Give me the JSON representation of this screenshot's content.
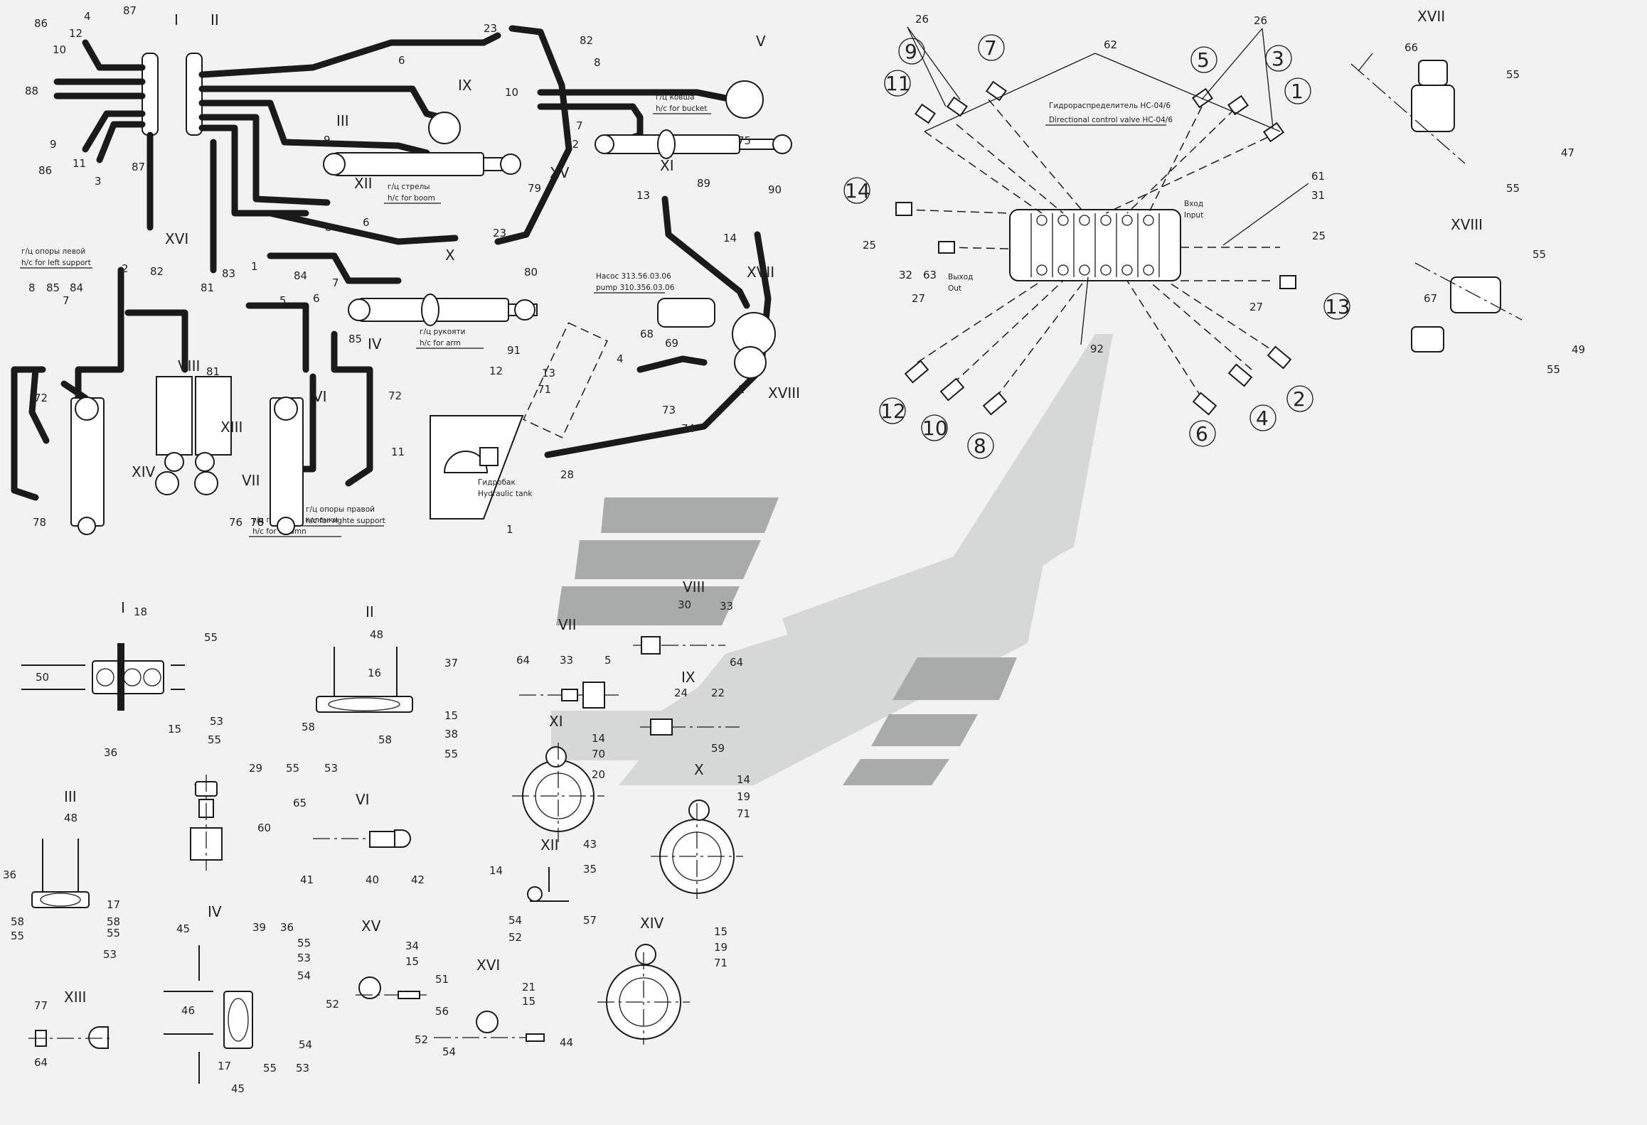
{
  "numbers": {
    "n1": "1",
    "n2": "2",
    "n3": "3",
    "n4": "4",
    "n5": "5",
    "n6": "6",
    "n7": "7",
    "n8": "8",
    "n9": "9",
    "n10": "10",
    "n11": "11",
    "n12": "12",
    "n13": "13",
    "n14": "14",
    "n15": "15",
    "n16": "16",
    "n17": "17",
    "n18": "18",
    "n19": "19",
    "n20": "20",
    "n21": "21",
    "n22": "22",
    "n23": "23",
    "n24": "24",
    "n25": "25",
    "n26": "26",
    "n27": "27",
    "n28": "28",
    "n29": "29",
    "n30": "30",
    "n31": "31",
    "n32": "32",
    "n33": "33",
    "n34": "34",
    "n35": "35",
    "n36": "36",
    "n37": "37",
    "n38": "38",
    "n39": "39",
    "n40": "40",
    "n41": "41",
    "n42": "42",
    "n43": "43",
    "n44": "44",
    "n45": "45",
    "n46": "46",
    "n47": "47",
    "n48": "48",
    "n49": "49",
    "n50": "50",
    "n51": "51",
    "n52": "52",
    "n53": "53",
    "n54": "54",
    "n55": "55",
    "n56": "56",
    "n57": "57",
    "n58": "58",
    "n59": "59",
    "n60": "60",
    "n61": "61",
    "n62": "62",
    "n63": "63",
    "n64": "64",
    "n65": "65",
    "n66": "66",
    "n67": "67",
    "n68": "68",
    "n69": "69",
    "n70": "70",
    "n71": "71",
    "n72": "72",
    "n73": "73",
    "n74": "74",
    "n75": "75",
    "n76": "76",
    "n77": "77",
    "n78": "78",
    "n79": "79",
    "n80": "80",
    "n81": "81",
    "n82": "82",
    "n83": "83",
    "n84": "84",
    "n85": "85",
    "n86": "86",
    "n87": "87",
    "n88": "88",
    "n89": "89",
    "n90": "90",
    "n91": "91",
    "n92": "92"
  },
  "romans": {
    "r1": "I",
    "r2": "II",
    "r3": "III",
    "r4": "IV",
    "r5": "V",
    "r6": "VI",
    "r7": "VII",
    "r8": "VIII",
    "r9": "IX",
    "r10": "X",
    "r11": "XI",
    "r12": "XII",
    "r13": "XIII",
    "r14": "XIV",
    "r15": "XV",
    "r16": "XVI",
    "r17": "XVII",
    "r18": "XVIII"
  },
  "captions": {
    "bucket_ru": "г/ц ковша",
    "bucket_en": "h/c for bucket",
    "boom_ru": "г/ц стрелы",
    "boom_en": "h/c for boom",
    "arm_ru": "г/ц рукояти",
    "arm_en": "h/c for arm",
    "left_ru": "г/ц опоры левой",
    "left_en": "h/c for left support",
    "column_ru": "г/ц поворота колонки",
    "column_en": "h/c for column",
    "right_ru": "г/ц опоры правой",
    "right_en": "h/c for righte support",
    "pump_ru": "Насос 313.56.03.06",
    "pump_en": "pump 310.356.03.06",
    "tank_ru": "Гидробак",
    "tank_en": "Hydraulic tank",
    "valve_ru": "Гидрораспределитель НС-04/6",
    "valve_en": "Directional control valve НС-04/6",
    "input_ru": "Вход",
    "input_en": "Input",
    "output_ru": "Выход",
    "output_en": "Out"
  },
  "colors": {
    "line": "#1a1a1a",
    "background": "#f2f2f2",
    "logo_light": "#d6d8d8",
    "logo_dark": "#a9abab"
  }
}
